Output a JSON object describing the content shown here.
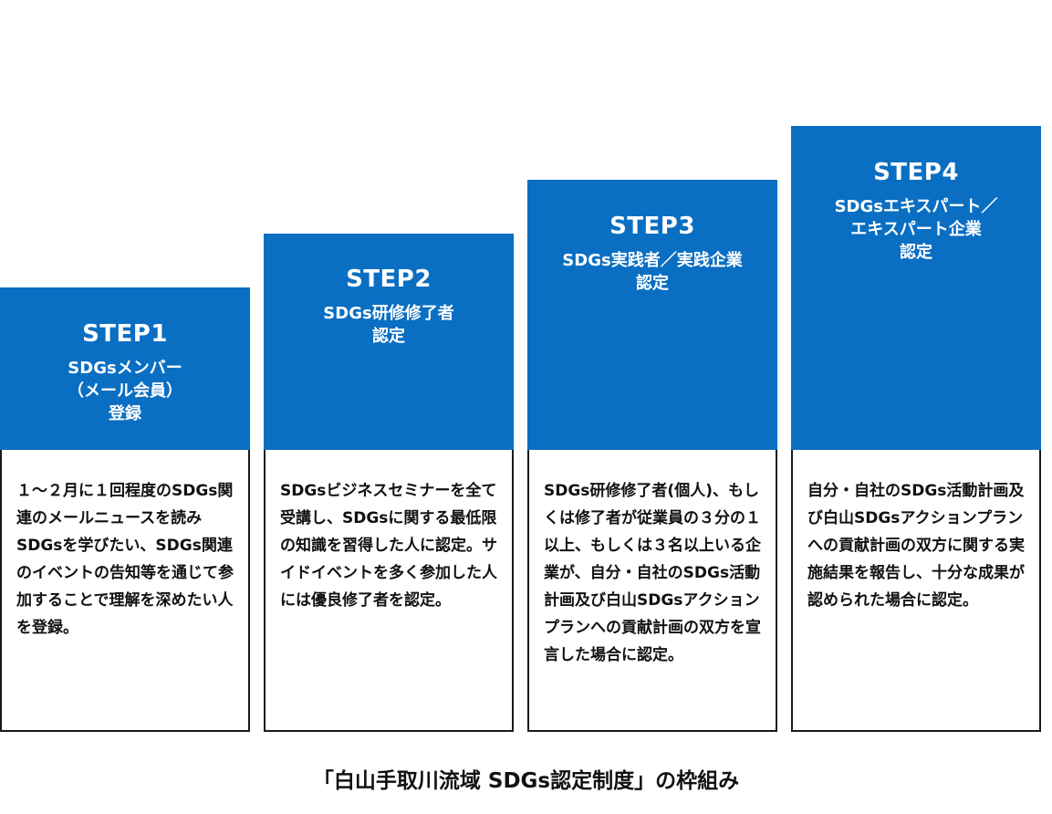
{
  "steps": [
    {
      "title": "STEP1",
      "subtitle": "SDGsメンバー\n（メール会員）\n登録",
      "description": "１～２月に１回程度のSDGs関連のメールニュースを読みSDGsを学びたい、SDGs関連のイベントの告知等を通じて参加することで理解を深めたい人を登録。"
    },
    {
      "title": "STEP2",
      "subtitle": "SDGs研修修了者\n認定",
      "description": "SDGsビジネスセミナーを全て受講し、SDGsに関する最低限の知識を習得した人に認定。サイドイベントを多く参加した人には優良修了者を認定。"
    },
    {
      "title": "STEP3",
      "subtitle": "SDGs実践者／実践企業\n認定",
      "description": "SDGs研修修了者(個人)、もしくは修了者が従業員の３分の１以上、もしくは３名以上いる企業が、自分・自社のSDGs活動計画及び白山SDGsアクションプランへの貢献計画の双方を宣言した場合に認定。"
    },
    {
      "title": "STEP4",
      "subtitle": "SDGsエキスパート／\nエキスパート企業\n認定",
      "description": "自分・自社のSDGs活動計画及び白山SDGsアクションプランへの貢献計画の双方に関する実施結果を報告し、十分な成果が認められた場合に認定。"
    }
  ],
  "caption": "「白山手取川流域 SDGs認定制度」の枠組み",
  "colors": {
    "header_blue": "#0a6fc2",
    "border": "#1a1a1a",
    "text": "#111111"
  }
}
